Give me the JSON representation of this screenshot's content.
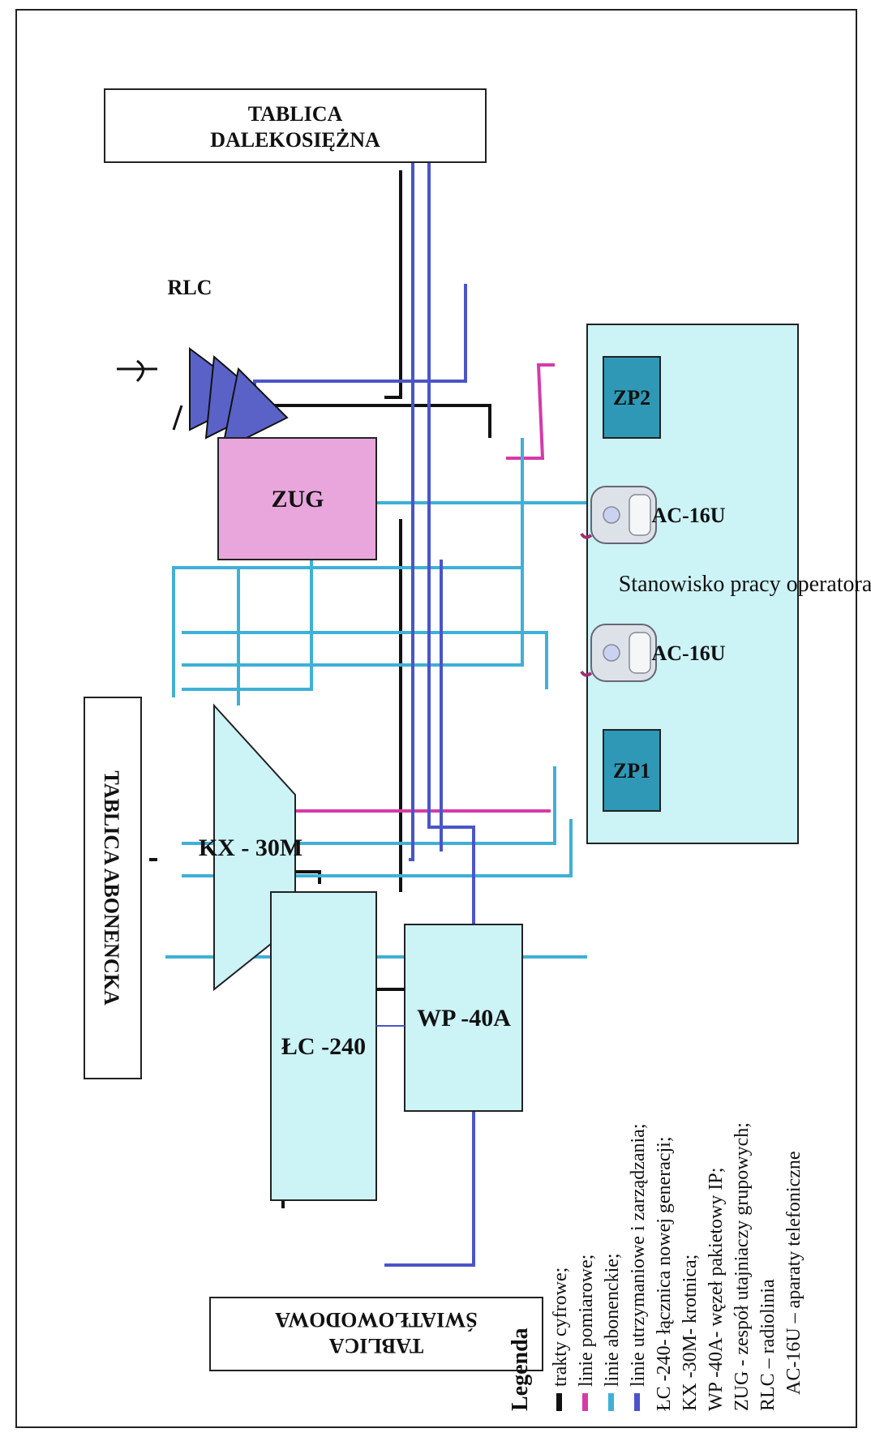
{
  "nodes": {
    "tablica_dalekosiezna": {
      "line1": "TABLICA",
      "line2": "DALEKOSIĘŻNA"
    },
    "tablica_abonencka": {
      "label": "TABLICA ABONENCKA"
    },
    "tablica_swiatlowodowa": {
      "line1": "TABLICA",
      "line2": "ŚWIATŁOWODOWA"
    },
    "rlc": {
      "label": "RLC"
    },
    "zug": {
      "label": "ZUG"
    },
    "kx30m": {
      "label": "KX - 30M"
    },
    "lc240": {
      "label": "ŁC -240"
    },
    "wp40a": {
      "label": "WP -40A"
    },
    "zp1": {
      "label": "ZP1"
    },
    "zp2": {
      "label": "ZP2"
    },
    "phone1": {
      "label": "AC-16U"
    },
    "phone2": {
      "label": "AC-16U"
    },
    "operator_station": {
      "label": "Stanowisko pracy operatora"
    }
  },
  "legend": {
    "title": "Legenda",
    "items": [
      {
        "text": "trakty cyfrowe;",
        "color": "#111111"
      },
      {
        "text": "linie pomiarowe;",
        "color": "#d63aa8"
      },
      {
        "text": "linie abonenckie;",
        "color": "#3fb0d6"
      },
      {
        "text": "linie utrzymaniowe i zarządzania;",
        "color": "#4a55c8"
      }
    ],
    "definitions": [
      "ŁC -240- łącznica nowej generacji;",
      "KX -30M- krotnica;",
      "WP -40A- węzeł pakietowy IP;",
      "ZUG - zespół utajniaczy grupowych;",
      "RLC – radiolinia",
      "AC-16U – aparaty telefoniczne"
    ]
  },
  "colors": {
    "digital": "#111111",
    "measurement": "#d63aa8",
    "subscriber": "#3fb0d6",
    "management": "#4a55c8",
    "light_box": "#ccf3f6",
    "zug_fill": "#e8a6dc",
    "zp_fill": "#2f98b6",
    "antenna": "#5a62c8"
  }
}
